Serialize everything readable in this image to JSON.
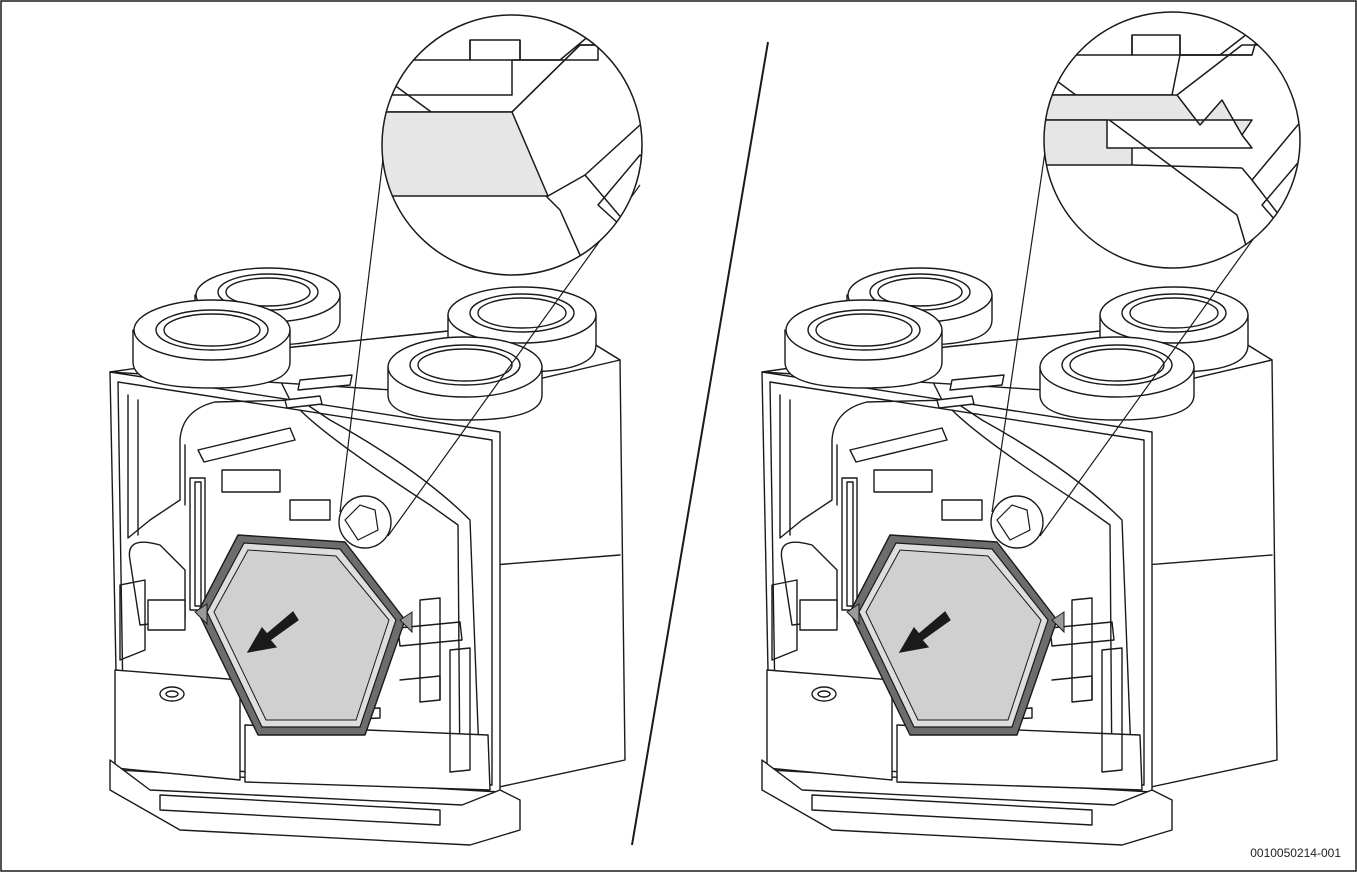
{
  "figure": {
    "code": "0010050214-001",
    "panels": [
      {
        "id": "left",
        "state": "heat exchanger being pulled out, locking tab detached"
      },
      {
        "id": "right",
        "state": "heat exchanger seated, locking tab engaged"
      }
    ]
  },
  "colors": {
    "line": "#1a1a1a",
    "fill_white": "#ffffff",
    "fill_light": "#e6e6e6",
    "fill_mid": "#cfcfcf",
    "fill_dark": "#6d6d6d"
  },
  "icons": [
    "arrow-pull-icon",
    "magnifier-detail-icon"
  ]
}
